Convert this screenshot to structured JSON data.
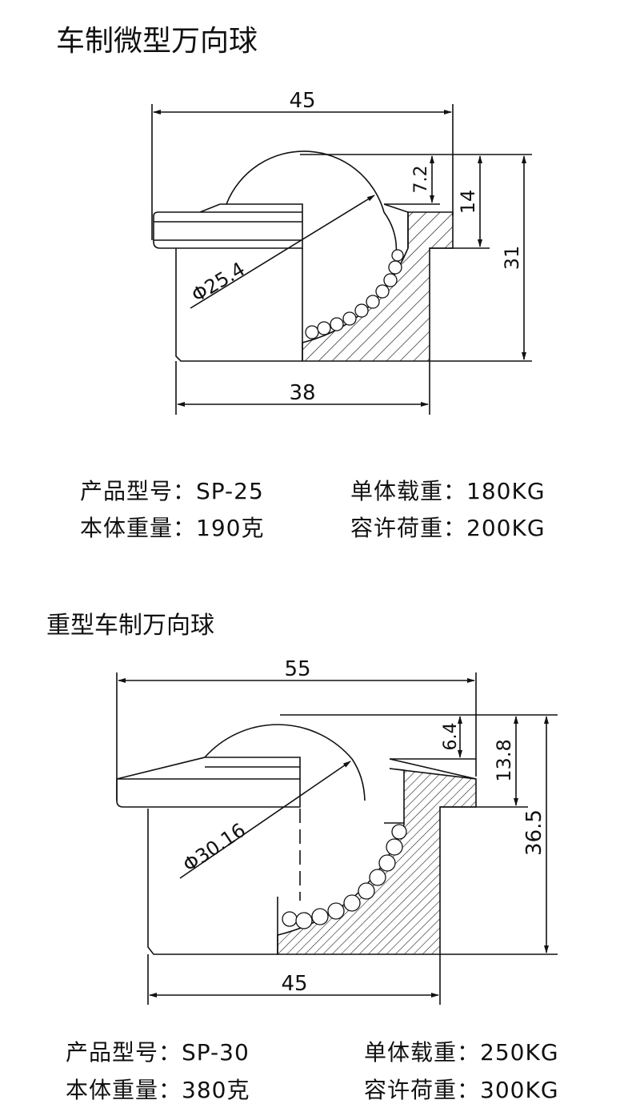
{
  "product1": {
    "title": "车制微型万向球",
    "dims": {
      "width_top": "45",
      "width_bottom": "38",
      "ball_dia": "Φ25.4",
      "protrusion": "7.2",
      "flange_height": "14",
      "total_height": "31"
    },
    "specs": {
      "model_label": "产品型号：",
      "model": "SP-25",
      "single_load_label": "单体载重：",
      "single_load": "180KG",
      "weight_label": "本体重量：",
      "weight": "190克",
      "allowed_load_label": "容许荷重：",
      "allowed_load": "200KG"
    }
  },
  "product2": {
    "title": "重型车制万向球",
    "dims": {
      "width_top": "55",
      "width_bottom": "45",
      "ball_dia": "Φ30.16",
      "protrusion": "6.4",
      "flange_height": "13.8",
      "total_height": "36.5"
    },
    "specs": {
      "model_label": "产品型号：",
      "model": "SP-30",
      "single_load_label": "单体载重：",
      "single_load": "250KG",
      "weight_label": "本体重量：",
      "weight": "380克",
      "allowed_load_label": "容许荷重：",
      "allowed_load": "300KG"
    }
  }
}
